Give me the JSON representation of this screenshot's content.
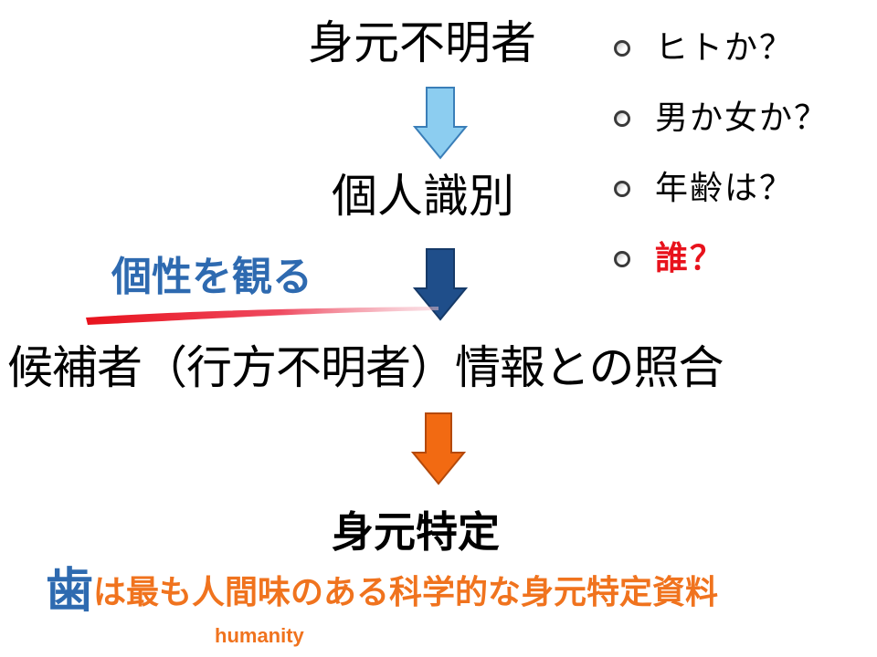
{
  "steps": {
    "unidentified": "身元不明者",
    "individual_identification": "個人識別",
    "matching": "候補者（行方不明者）情報との照合",
    "result": "身元特定"
  },
  "questions": [
    {
      "label": "ヒトか？",
      "emphasis": false
    },
    {
      "label": "男か女か？",
      "emphasis": false
    },
    {
      "label": "年齢は？",
      "emphasis": false
    },
    {
      "label": "誰？",
      "emphasis": true
    }
  ],
  "annotation": {
    "observe_individuality": "個性を観る"
  },
  "footer": {
    "tooth_char": "歯",
    "statement": "は最も人間味のある科学的な身元特定資料",
    "humanity": "humanity"
  },
  "colors": {
    "arrow_light_blue": "#8ccdf0",
    "arrow_dark_blue": "#1f4e8a",
    "arrow_orange": "#f26a12",
    "accent_blue": "#2e6ab0",
    "accent_red": "#e8121c",
    "accent_orange": "#f0731e"
  },
  "icons": {
    "arrow1": "down-arrow-icon",
    "arrow2": "down-arrow-icon",
    "arrow3": "down-arrow-icon",
    "bullet": "ring-bullet-icon"
  }
}
